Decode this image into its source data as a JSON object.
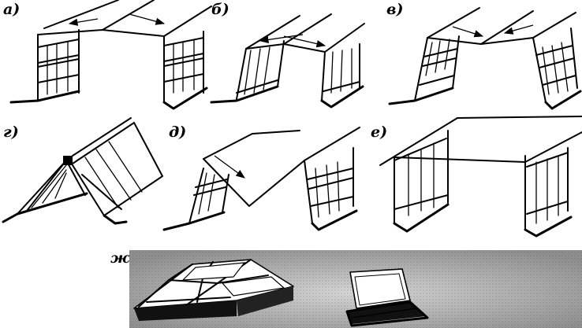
{
  "figure": {
    "labels": [
      "а)",
      "б)",
      "в)",
      "г)",
      "д)",
      "е)",
      "ж)"
    ]
  },
  "colors": {
    "ink": "#000000",
    "paper": "#ffffff",
    "photo_shade": "#9a9a9a"
  }
}
